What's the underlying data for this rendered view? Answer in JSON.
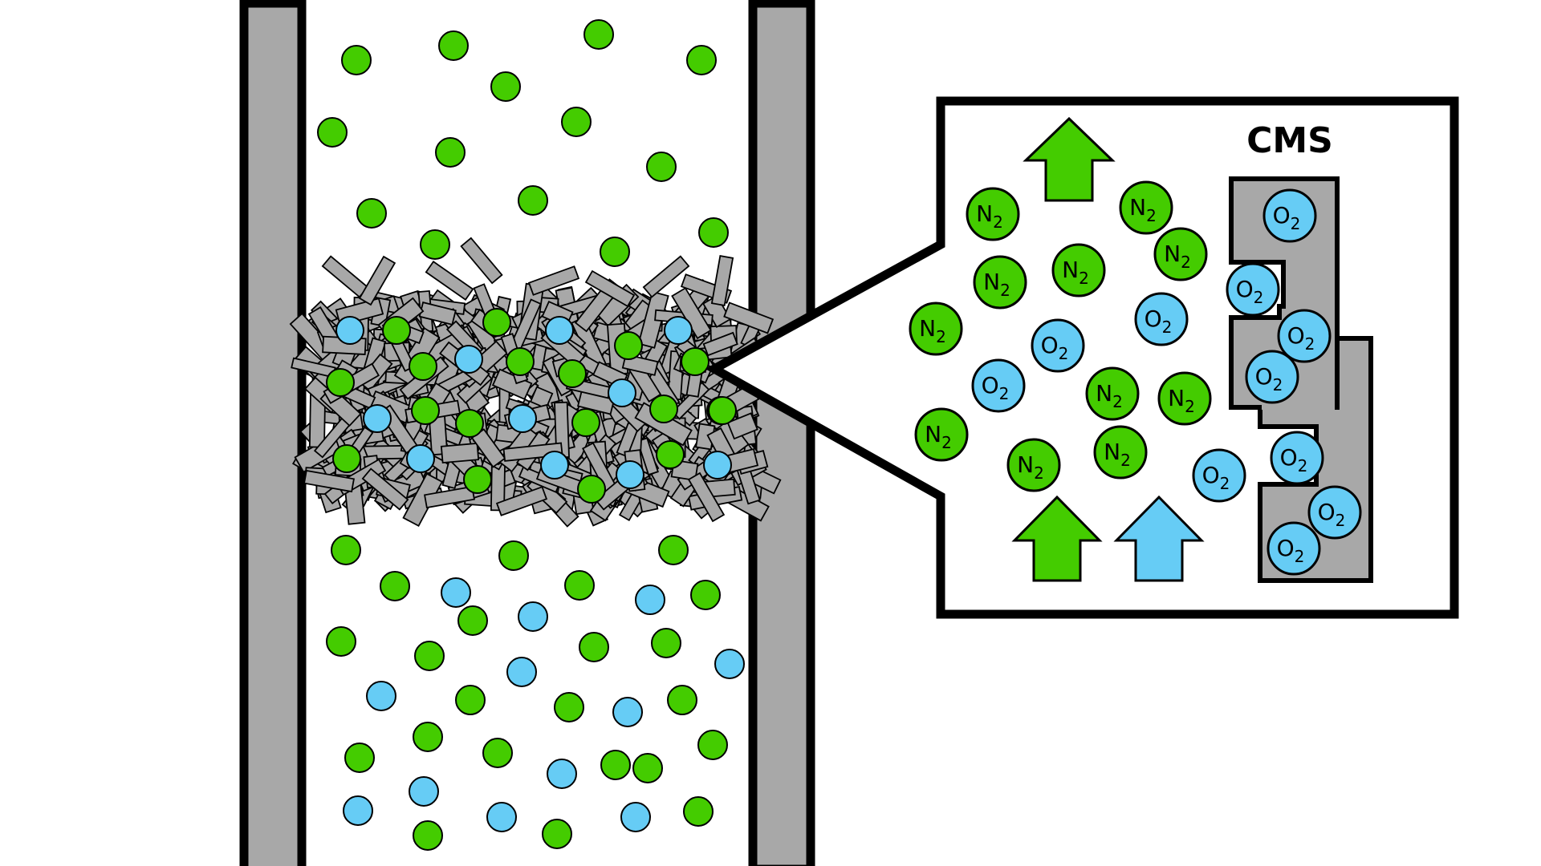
{
  "labels": {
    "cms": "CMS",
    "n2_symbol": "N",
    "o2_symbol": "O",
    "subscript": "2"
  },
  "colors": {
    "nitrogen": "#44cc00",
    "oxygen": "#66ccf5",
    "sieve": "#a8a8a8",
    "outline": "#000000",
    "background": "#ffffff"
  },
  "legend_meaning": {
    "green_circle": "N2",
    "blue_circle": "O2"
  }
}
